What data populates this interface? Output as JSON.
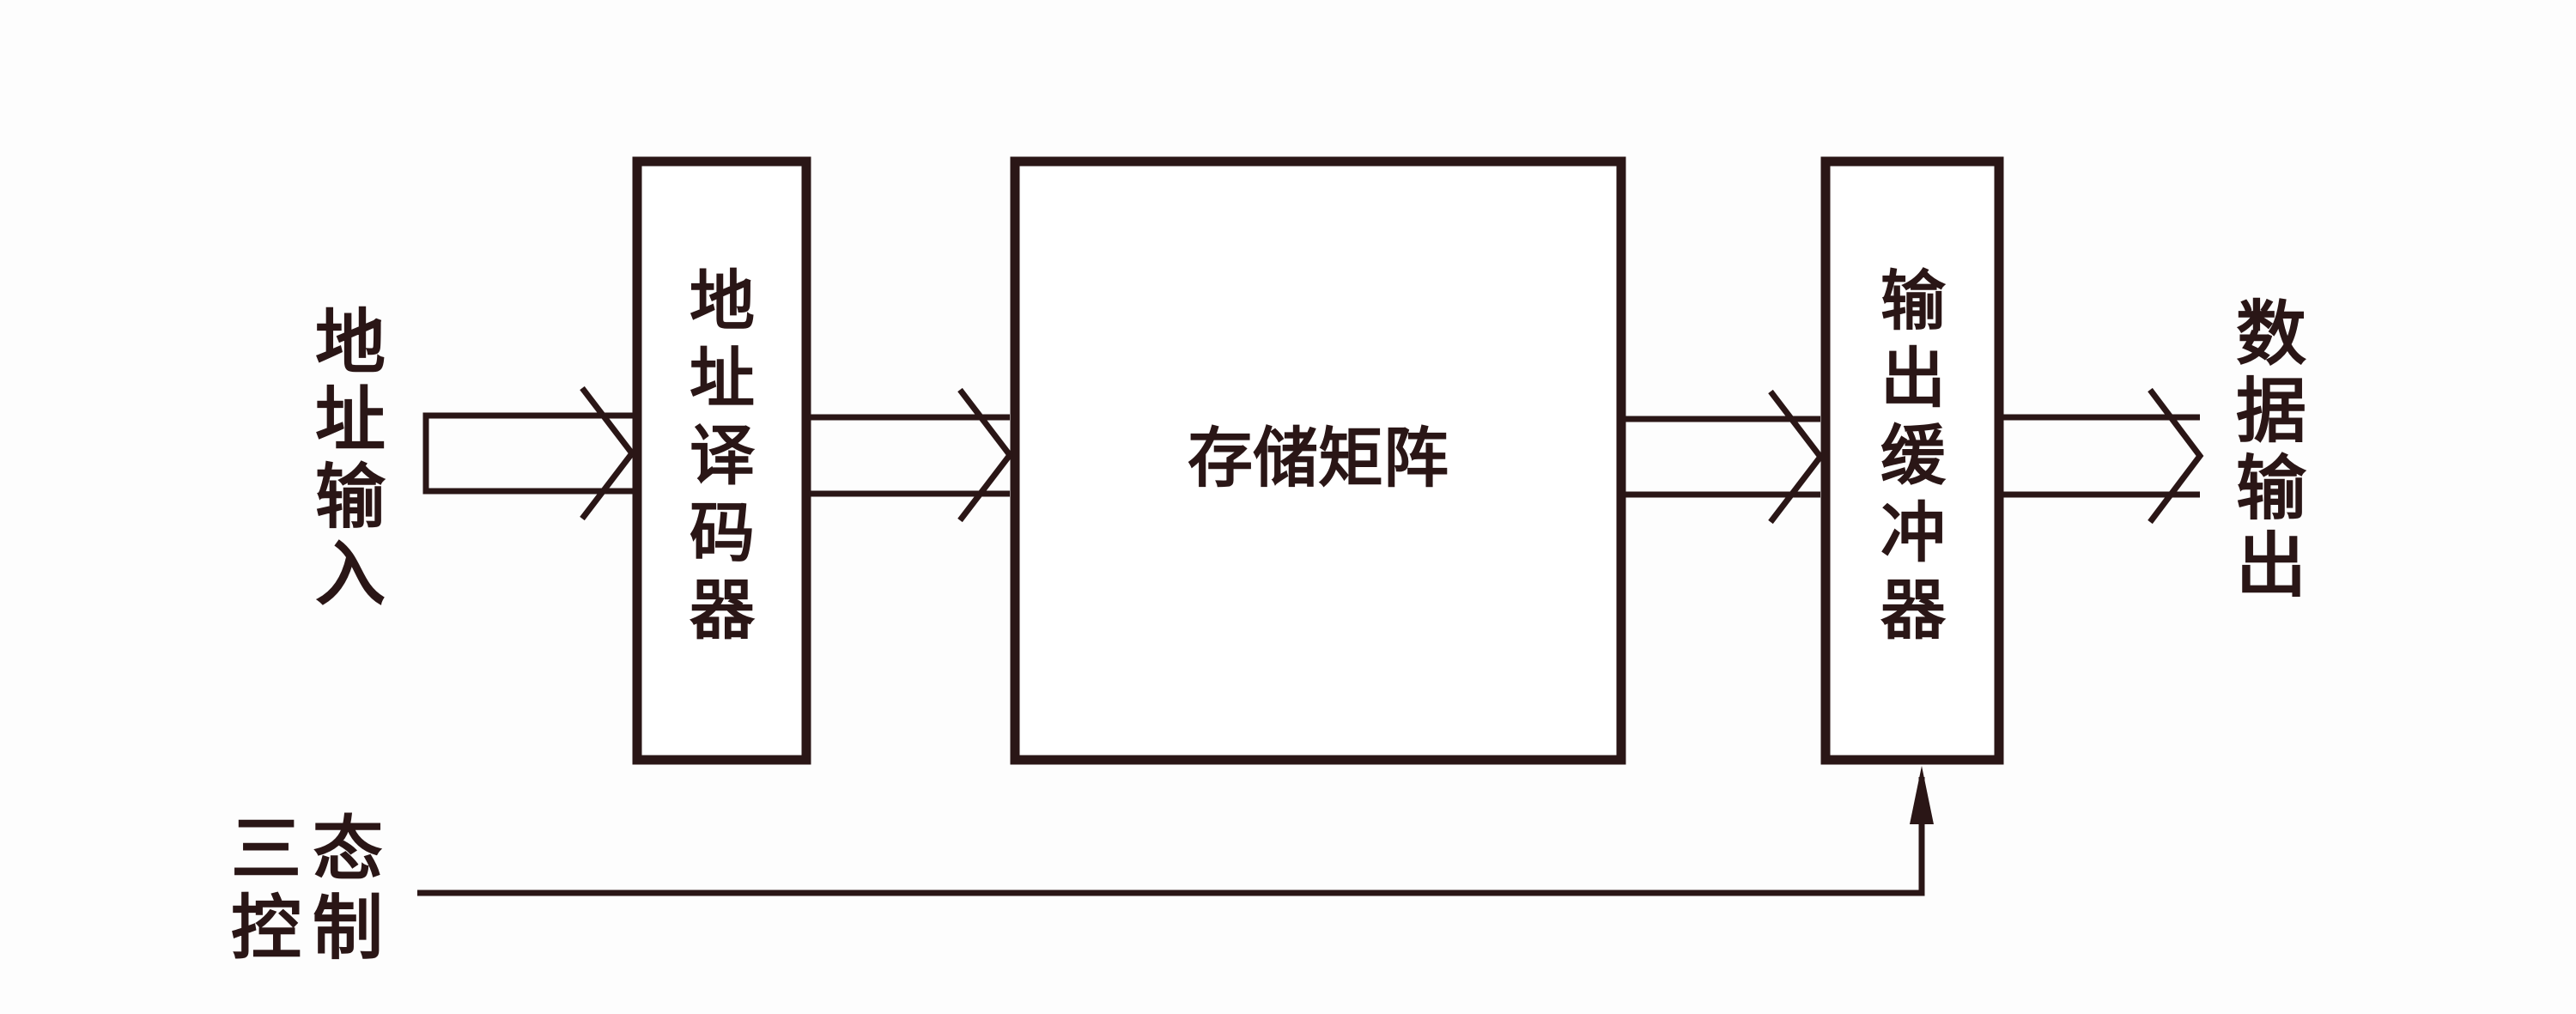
{
  "diagram": {
    "blocks": {
      "address_decoder": "地址译码器",
      "storage_matrix": "存储矩阵",
      "output_buffer": "输出缓冲器"
    },
    "inputs": {
      "address_input": "地址输入",
      "tristate_control": "三态控制"
    },
    "outputs": {
      "data_output": "数据输出"
    },
    "colors": {
      "stroke": "#2a1616",
      "background": "#fdfdfd"
    }
  }
}
